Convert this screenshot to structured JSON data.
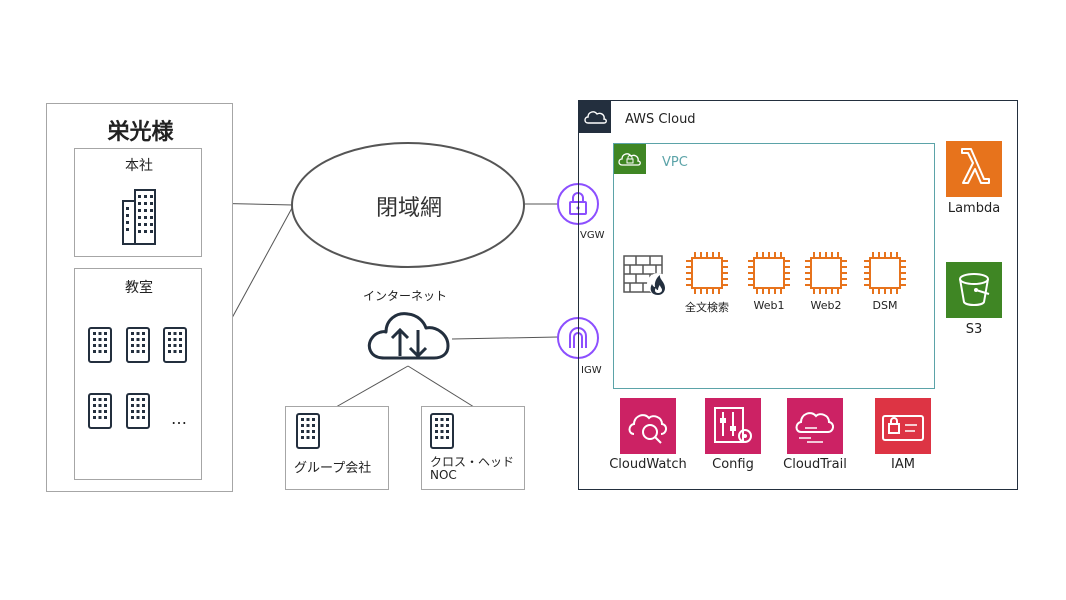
{
  "customer": {
    "title": "栄光様",
    "hq_label": "本社",
    "classroom_label": "教室",
    "more": "…"
  },
  "network": {
    "closed_network": "閉域網",
    "internet": "インターネット"
  },
  "partners": {
    "group_company": "グループ会社",
    "crosshead_line1": "クロス・ヘッド",
    "crosshead_line2": "NOC"
  },
  "aws": {
    "cloud_label": "AWS Cloud",
    "vpc_label": "VPC",
    "vgw_label": "VGW",
    "igw_label": "IGW",
    "instances": [
      "全文検索",
      "Web1",
      "Web2",
      "DSM"
    ],
    "services_right": [
      {
        "label": "Lambda",
        "color": "#e7731c",
        "icon": "lambda-icon"
      },
      {
        "label": "S3",
        "color": "#3f8624",
        "icon": "s3-bucket-icon"
      }
    ],
    "services_bottom": [
      {
        "label": "CloudWatch",
        "color": "#cc2264",
        "icon": "cloudwatch-icon"
      },
      {
        "label": "Config",
        "color": "#cc2264",
        "icon": "config-icon"
      },
      {
        "label": "CloudTrail",
        "color": "#cc2264",
        "icon": "cloudtrail-icon"
      },
      {
        "label": "IAM",
        "color": "#dd3444",
        "icon": "iam-icon"
      }
    ]
  },
  "colors": {
    "gateway": "#8c4fff",
    "instance": "#e7731c",
    "vpc_border": "#5ba3a8",
    "vpc_header": "#3f8624",
    "aws_header": "#232f3e"
  }
}
